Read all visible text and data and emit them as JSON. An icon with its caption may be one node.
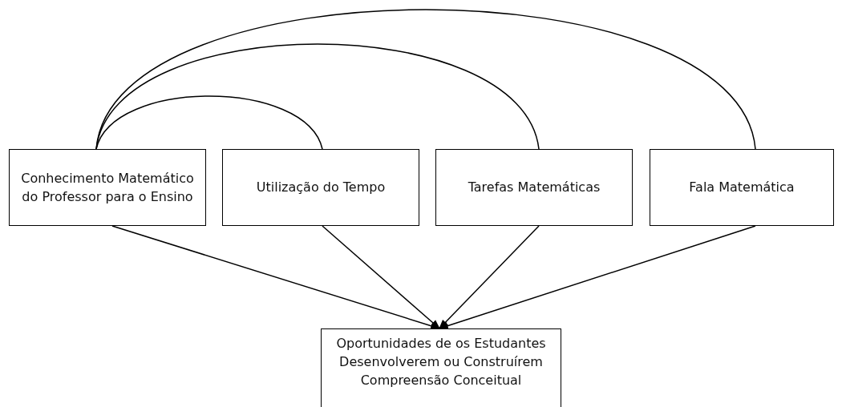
{
  "diagram": {
    "nodes": [
      {
        "text": [
          "Conhecimento Matemático do Professor para o Ensino"
        ]
      },
      {
        "text": [
          "Utilização do Tempo"
        ]
      },
      {
        "text": [
          "Tarefas Matemáticas"
        ]
      },
      {
        "text": [
          "Fala Matemática"
        ]
      },
      {
        "text": [
          "Oportunidades de os Estudantes Desenvolverem ou Construírem Compreensão Conceitual"
        ]
      }
    ],
    "edges": [
      {
        "from": 0,
        "to": 1,
        "arrow": "none"
      },
      {
        "from": 0,
        "to": 2,
        "arrow": "none"
      },
      {
        "from": 0,
        "to": 3,
        "arrow": "none"
      },
      {
        "from": 0,
        "to": 4,
        "arrow": "to"
      },
      {
        "from": 1,
        "to": 4,
        "arrow": "to"
      },
      {
        "from": 2,
        "to": 4,
        "arrow": "to"
      },
      {
        "from": 3,
        "to": 4,
        "arrow": "to"
      }
    ]
  }
}
